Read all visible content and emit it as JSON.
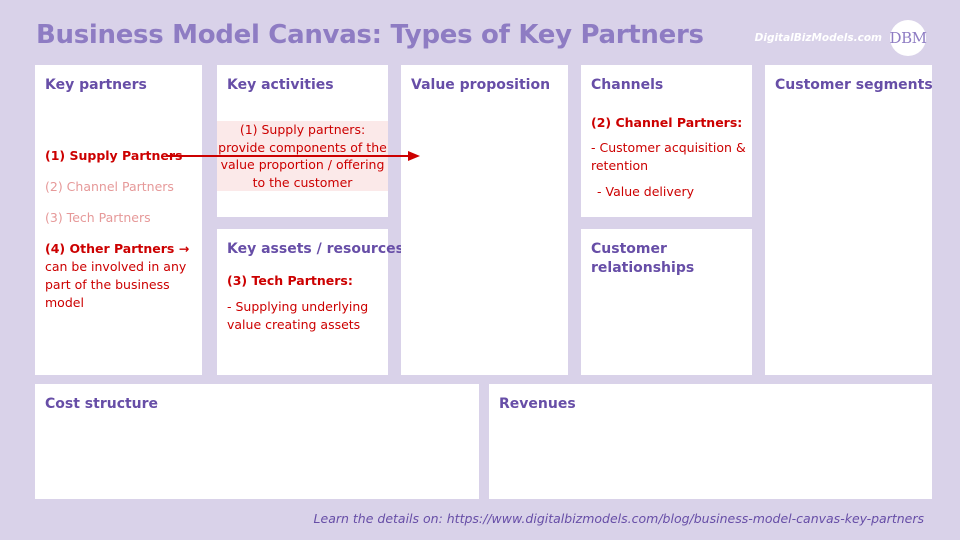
{
  "header": {
    "title": "Business Model Canvas: Types of Key Partners",
    "brand": "DigitalBizModels.com",
    "logo": "DBM"
  },
  "canvas": {
    "key_partners": {
      "title": "Key partners",
      "supply": "(1) Supply Partners",
      "channel": "(2) Channel Partners",
      "tech": "(3) Tech Partners",
      "other_head": "(4) Other Partners →",
      "other_body": "can be involved in any part of the business model"
    },
    "key_activities": {
      "title": "Key activities",
      "note": "(1) Supply partners: provide components of the value proportion / offering to the customer"
    },
    "key_assets": {
      "title": "Key assets / resources",
      "head": "(3) Tech Partners:",
      "body": "- Supplying underlying value  creating assets"
    },
    "value_proposition": {
      "title": "Value proposition"
    },
    "channels": {
      "title": "Channels",
      "head": "(2) Channel Partners:",
      "item1": "- Customer acquisition &  retention",
      "item2": "- Value delivery"
    },
    "customer_relationships": {
      "title": "Customer relationships"
    },
    "customer_segments": {
      "title": "Customer segments"
    },
    "cost_structure": {
      "title": "Cost structure"
    },
    "revenues": {
      "title": "Revenues"
    }
  },
  "footer": {
    "text": "Learn the details on: https://www.digitalbizmodels.com/blog/business-model-canvas-key-partners"
  },
  "colors": {
    "background": "#d9d2e9",
    "title": "#8e7cc3",
    "section_heading": "#674ea7",
    "highlight_red": "#cc0000",
    "faded_red": "#e69999",
    "arrow": "#cc0000"
  }
}
